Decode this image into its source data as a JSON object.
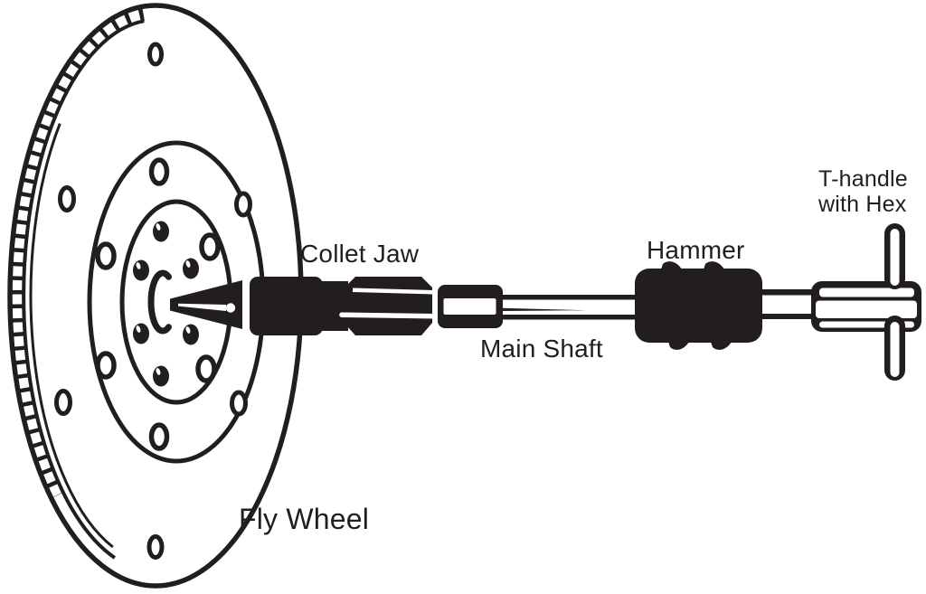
{
  "labels": {
    "collet_jaw": "Collet Jaw",
    "main_shaft": "Main Shaft",
    "hammer": "Hammer",
    "t_handle_line1": "T-handle",
    "t_handle_line2": "with Hex",
    "fly_wheel": "Fly Wheel"
  },
  "colors": {
    "ink": "#221e1f",
    "background": "#ffffff"
  }
}
